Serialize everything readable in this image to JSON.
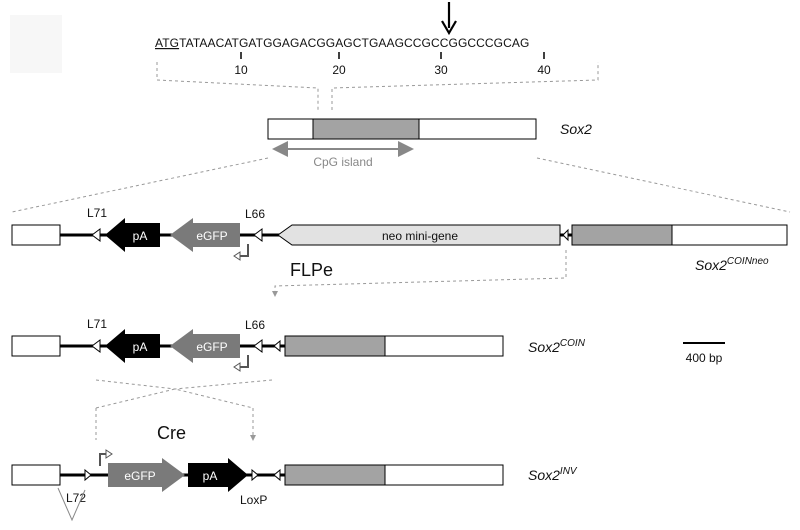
{
  "sequence": {
    "start_codon": "ATG",
    "rest": "TATAACATGATGGAGACGGAGCTGAAGCCGCCGGCCCGCAG",
    "ticks": [
      "10",
      "20",
      "30",
      "40"
    ]
  },
  "sox2": {
    "name": "Sox2",
    "cpg_label": "CpG island"
  },
  "coinneo": {
    "name_base": "Sox2",
    "name_sup": "COINneo",
    "labels": {
      "l71": "L71",
      "pa": "pA",
      "egfp": "eGFP",
      "l66": "L66",
      "neo": "neo mini-gene"
    }
  },
  "flpe_label": "FLPe",
  "coin": {
    "name_base": "Sox2",
    "name_sup": "COIN",
    "labels": {
      "l71": "L71",
      "pa": "pA",
      "egfp": "eGFP",
      "l66": "L66"
    }
  },
  "scale_bar": {
    "label": "400 bp"
  },
  "cre_label": "Cre",
  "inv": {
    "name_base": "Sox2",
    "name_sup": "INV",
    "labels": {
      "egfp": "eGFP",
      "pa": "pA",
      "l72": "L72",
      "loxp": "LoxP"
    }
  },
  "colors": {
    "exon_gray": "#a3a3a3",
    "neo_fill": "#e2e2e2",
    "egfp_fill": "#7a7a7a",
    "pa_fill": "#000000",
    "dotted_line": "#999999",
    "cpg_arrow": "#888888"
  }
}
